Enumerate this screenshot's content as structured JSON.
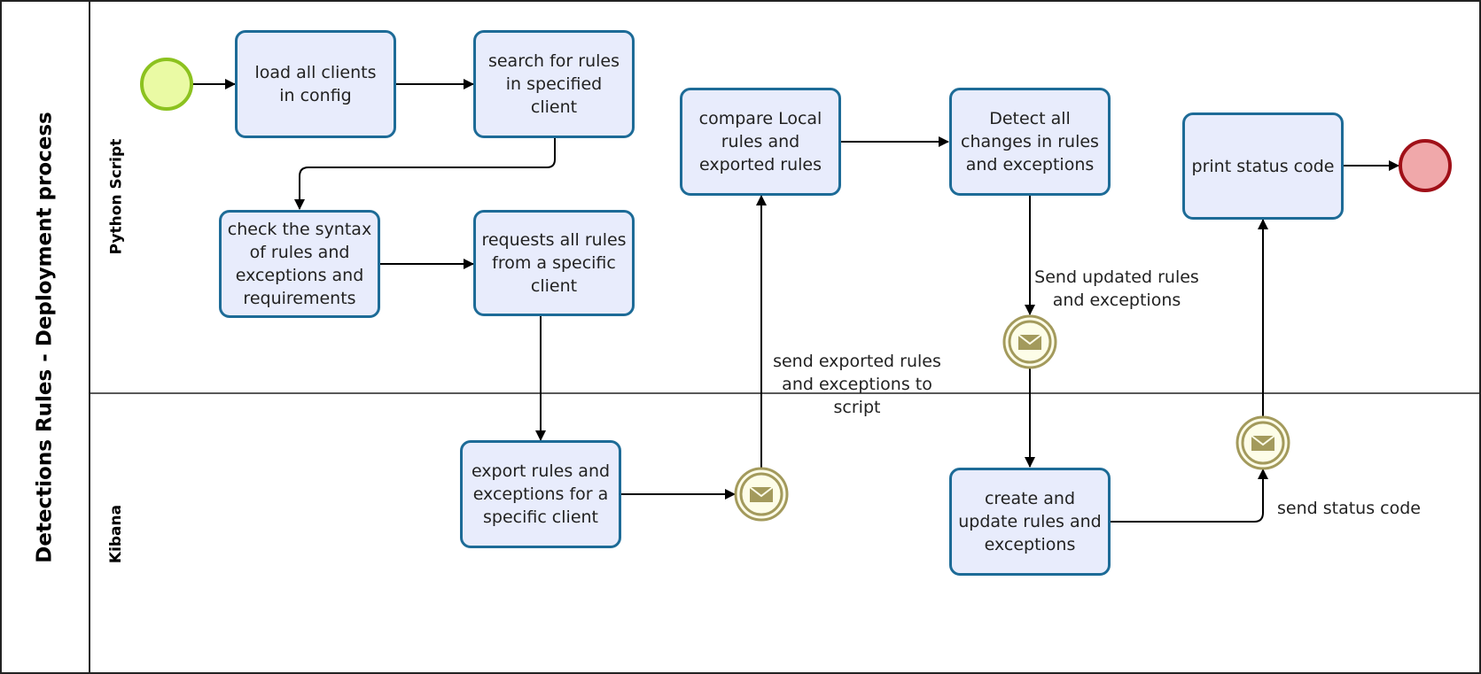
{
  "pool": {
    "title": "Detections Rules - Deployment process"
  },
  "lanes": [
    {
      "id": "python",
      "title": "Python Script"
    },
    {
      "id": "kibana",
      "title": "Kibana"
    }
  ],
  "tasks": {
    "load_clients": "load all clients\nin config",
    "search_rules": "search for rules\nin specified\nclient",
    "check_syntax": "check the syntax\nof rules and\nexceptions and\nrequirements",
    "request_rules": "requests all rules\nfrom a specific\nclient",
    "compare_rules": "compare Local\nrules and\nexported rules",
    "detect_changes": "Detect all\nchanges in rules\nand exceptions",
    "print_status": "print status code",
    "export_rules": "export rules and\nexceptions for a\nspecific client",
    "create_update": "create  and\nupdate rules and\nexceptions"
  },
  "flow_labels": {
    "send_updated": "Send updated rules\nand exceptions",
    "send_exported": "send exported rules\nand exceptions to\nscript",
    "send_status": "send status code"
  },
  "events": [
    {
      "name": "start-event",
      "type": "start"
    },
    {
      "name": "end-event",
      "type": "end"
    },
    {
      "name": "message-event-export",
      "type": "intermediate-message"
    },
    {
      "name": "message-event-updated",
      "type": "intermediate-message"
    },
    {
      "name": "message-event-status",
      "type": "intermediate-message"
    }
  ],
  "colors": {
    "task_fill": "#e8ecfc",
    "task_border": "#1d6b97",
    "start_fill": "#eafaa4",
    "start_stroke": "#8cc21f",
    "end_fill": "#f0a8aa",
    "end_stroke": "#a01018",
    "message_stroke": "#a39a5c",
    "message_fill": "#fdfde8"
  }
}
